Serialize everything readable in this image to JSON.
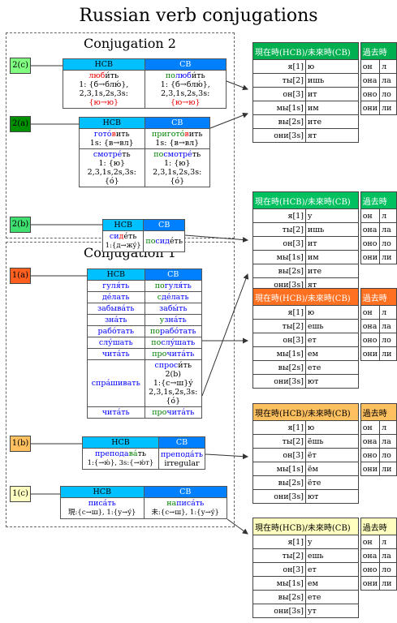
{
  "title": "Russian verb conjugations",
  "conj2_title": "Conjugation 2",
  "conj1_title": "Conjugation 1",
  "headers": {
    "nsv": "НСВ",
    "sv": "СВ"
  },
  "badges": {
    "c2c": "2(c)",
    "c2a": "2(a)",
    "c2b": "2(b)",
    "c1a": "1(a)",
    "c1b": "1(b)",
    "c1c": "1(c)"
  },
  "c2c": {
    "nsv": {
      "pre": "лю",
      "acc": "б",
      "post": "и́ть",
      "rule": "1: {б→блю́},",
      "rule2": "2,3,1s,2s,3s: ",
      "rule3": "{ю→ю}"
    },
    "sv": {
      "pre": "по",
      "mid": "люб",
      "post": "и́ть",
      "rule": "1: {б→блю́},",
      "rule2": "2,3,1s,2s,3s: ",
      "rule3": "{ю→ю}"
    }
  },
  "c2a": {
    "nsv1": {
      "pre": "гото́",
      "acc": "в",
      "post": "ить",
      "rule": "1s: {в→вл}"
    },
    "sv1": {
      "pre": "пригото́",
      "acc": "в",
      "post": "ить",
      "rule": "1s: {в→вл}"
    },
    "nsv2": {
      "pre": "смотре́",
      "post": "ть",
      "rule": "1: {ю}",
      "rule2": "2,3,1s,2s,3s: {ó}"
    },
    "sv2": {
      "pre": "по",
      "mid": "смотре́",
      "post": "ть",
      "rule": "1: {ю}",
      "rule2": "2,3,1s,2s,3s: {ó}"
    }
  },
  "c2b": {
    "nsv": {
      "pre": "си",
      "acc": "д",
      "post": "е́ть",
      "rule": "1:{д→жý}"
    },
    "sv": {
      "pre": "по",
      "mid": "сид",
      "post": "е́ть"
    }
  },
  "c1a": [
    {
      "nsv": "гуля́ть",
      "sv_pre": "по",
      "sv": "гуля́ть"
    },
    {
      "nsv": "де́лать",
      "sv_pre": "с",
      "sv": "де́лать"
    },
    {
      "nsv": "забыва́ть",
      "sv_pre": "",
      "sv": "забы́ть"
    },
    {
      "nsv": "зна́ть",
      "sv_pre": "у",
      "sv": "зна́ть"
    },
    {
      "nsv": "рабо́тать",
      "sv_pre": "по",
      "sv": "рабо́тать"
    },
    {
      "nsv": "слу́шать",
      "sv_pre": "по",
      "sv": "слу́шать"
    },
    {
      "nsv": "чита́ть",
      "sv_pre": "про",
      "sv": "чита́ть"
    }
  ],
  "c1a_special": {
    "nsv": "спра́шивать",
    "sv_pre": "спрос",
    "sv_post": "и́ть 2(b)",
    "rule": "1:{с→ш}ý",
    "rule2": "2,3,1s,2s,3s:{ó}"
  },
  "c1a_last": {
    "nsv": "чита́ть",
    "sv_pre": "про",
    "sv": "чита́ть"
  },
  "c1b": {
    "nsv_pre": "препода",
    "nsv_acc": "ва́",
    "nsv_post": "ть",
    "rule": "1:{→ю́}, 3s:{→ю́т}",
    "sv": "препода́ть",
    "sv_rule": "irregular"
  },
  "c1c": {
    "nsv": "писа́ть",
    "nsv_rule": "現:{с→ш}, 1:{у→ý}",
    "sv_pre": "на",
    "sv": "писа́ть",
    "sv_rule": "未:{с→ш}, 1:{у→ý}"
  },
  "endings_header": {
    "left": "現在時(НСВ)/未來時(СВ)",
    "right": "過去時"
  },
  "persons": [
    "я[1]",
    "ты[2]",
    "он[3]",
    "мы[1s]",
    "вы[2s]",
    "они[3s]"
  ],
  "past_persons": [
    "он",
    "она",
    "оно",
    "они"
  ],
  "endings": {
    "t1": {
      "pres": [
        "ю",
        "ишь",
        "ит",
        "им",
        "ите",
        "ят"
      ],
      "past": [
        "л",
        "ла",
        "ло",
        "ли"
      ]
    },
    "t2": {
      "pres": [
        "у",
        "ишь",
        "ит",
        "им",
        "ите",
        "ят"
      ],
      "past": [
        "л",
        "ла",
        "ло",
        "ли"
      ]
    },
    "t3": {
      "pres": [
        "ю",
        "ешь",
        "ет",
        "ем",
        "ете",
        "ют"
      ],
      "past": [
        "л",
        "ла",
        "ло",
        "ли"
      ]
    },
    "t4": {
      "pres": [
        "ю",
        "ёшь",
        "ёт",
        "ём",
        "ёте",
        "ют"
      ],
      "past": [
        "л",
        "ла",
        "ло",
        "ли"
      ]
    },
    "t5": {
      "pres": [
        "у",
        "ешь",
        "ет",
        "ем",
        "ете",
        "ут"
      ],
      "past": [
        "л",
        "ла",
        "ло",
        "ли"
      ]
    }
  },
  "colors": {
    "t1": "#00b050",
    "t2": "#00c060",
    "t3": "#ff7020",
    "t4": "#ffc060",
    "t5": "#ffffc0",
    "b_c2c": "#80ff80",
    "b_c2a": "#009000",
    "b_c2b": "#40e070",
    "b_c1a": "#ff6020",
    "b_c1b": "#ffc060",
    "b_c1c": "#ffffc0"
  }
}
